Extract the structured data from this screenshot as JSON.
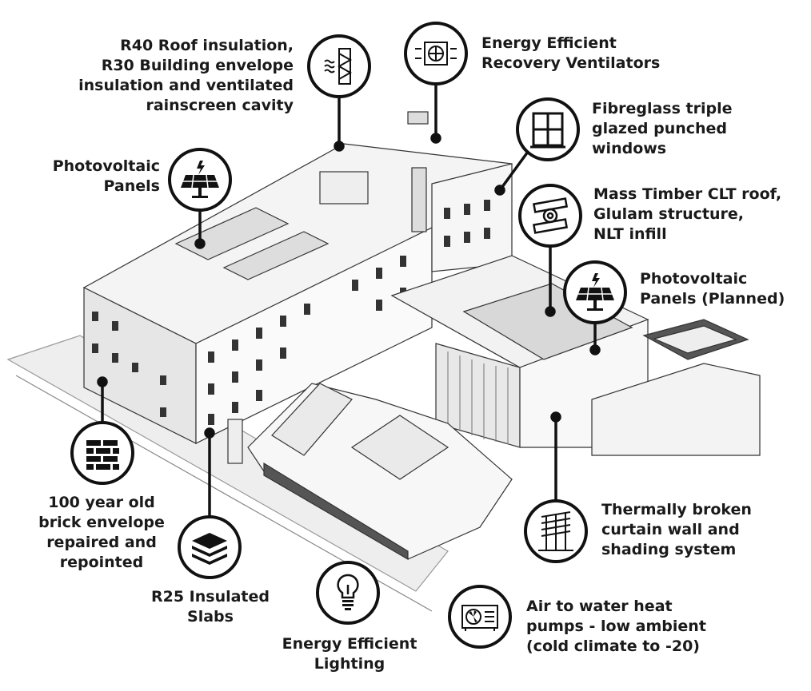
{
  "callouts": [
    {
      "id": "insulation",
      "icon": "insulation-icon",
      "lines": [
        "R40 Roof insulation,",
        "R30 Building envelope",
        "insulation and ventilated",
        "rainscreen cavity"
      ]
    },
    {
      "id": "erv",
      "icon": "ventilator-icon",
      "lines": [
        "Energy Efficient",
        "Recovery Ventilators"
      ]
    },
    {
      "id": "windows",
      "icon": "window-icon",
      "lines": [
        "Fibreglass triple",
        "glazed punched",
        "windows"
      ]
    },
    {
      "id": "pv",
      "icon": "solar-panel-icon",
      "lines": [
        "Photovoltaic",
        "Panels"
      ]
    },
    {
      "id": "timber",
      "icon": "timber-icon",
      "lines": [
        "Mass Timber CLT roof,",
        "Glulam structure,",
        "NLT infill"
      ]
    },
    {
      "id": "pv-planned",
      "icon": "solar-panel-icon",
      "lines": [
        "Photovoltaic",
        "Panels (Planned)"
      ]
    },
    {
      "id": "brick",
      "icon": "brick-icon",
      "lines": [
        "100 year old",
        "brick envelope",
        "repaired and",
        "repointed"
      ]
    },
    {
      "id": "slab",
      "icon": "slab-icon",
      "lines": [
        "R25 Insulated",
        "Slabs"
      ]
    },
    {
      "id": "curtain",
      "icon": "curtain-wall-icon",
      "lines": [
        "Thermally broken",
        "curtain wall and",
        "shading system"
      ]
    },
    {
      "id": "lighting",
      "icon": "lightbulb-icon",
      "lines": [
        "Energy Efficient",
        "Lighting"
      ]
    },
    {
      "id": "heatpump",
      "icon": "heat-pump-icon",
      "lines": [
        "Air to water heat",
        "pumps - low ambient",
        "(cold climate to -20)"
      ]
    }
  ]
}
